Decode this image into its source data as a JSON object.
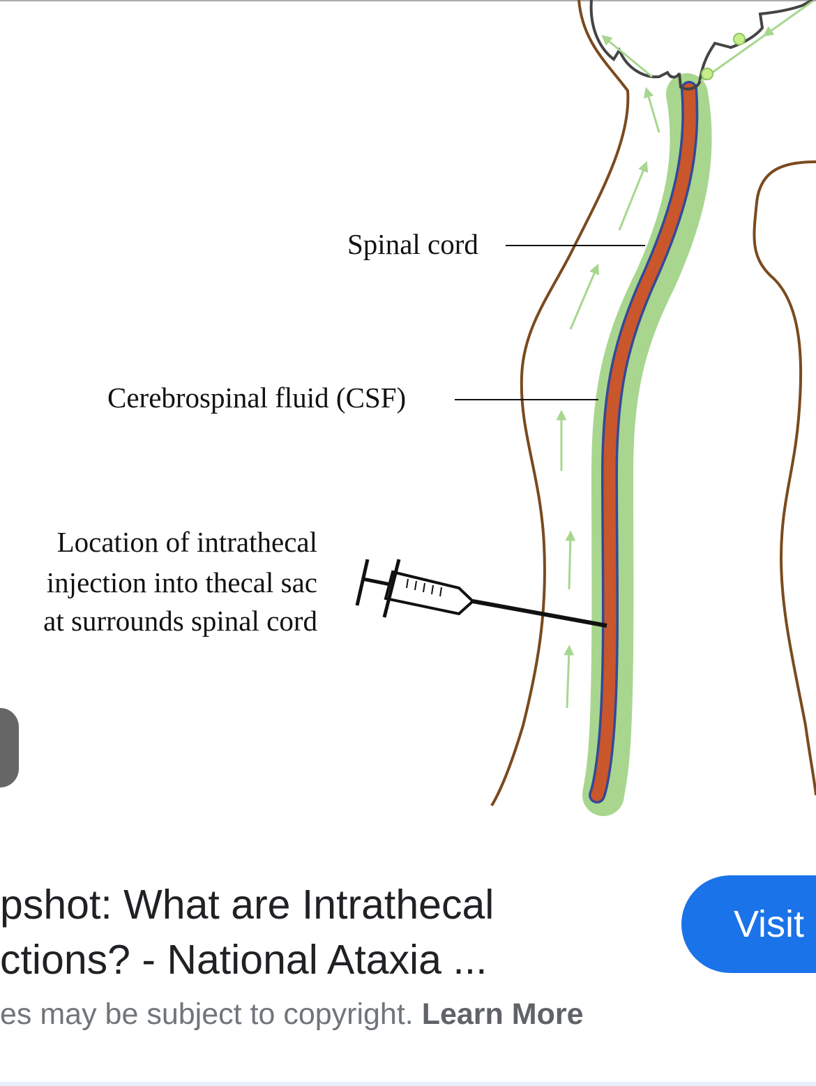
{
  "diagram": {
    "labels": {
      "spinal_cord": "Spinal cord",
      "csf": "Cerebrospinal fluid (CSF)",
      "injection_line1": "Location of intrathecal",
      "injection_line2": "injection into thecal sac",
      "injection_line3": "at surrounds spinal cord"
    },
    "colors": {
      "body_outline": "#7a4a1e",
      "csf": "#a8d68f",
      "cord": "#c9572b",
      "cord_outline": "#34489a",
      "brain": "#444444",
      "arrow": "#a8d68f"
    }
  },
  "result": {
    "title_line1": "pshot: What are Intrathecal",
    "title_line2": "ctions? - National Ataxia ...",
    "copyright": "es may be subject to copyright.",
    "learn_more": "Learn More",
    "visit_label": "Visit"
  },
  "colors": {
    "accent": "#1a73e8"
  }
}
